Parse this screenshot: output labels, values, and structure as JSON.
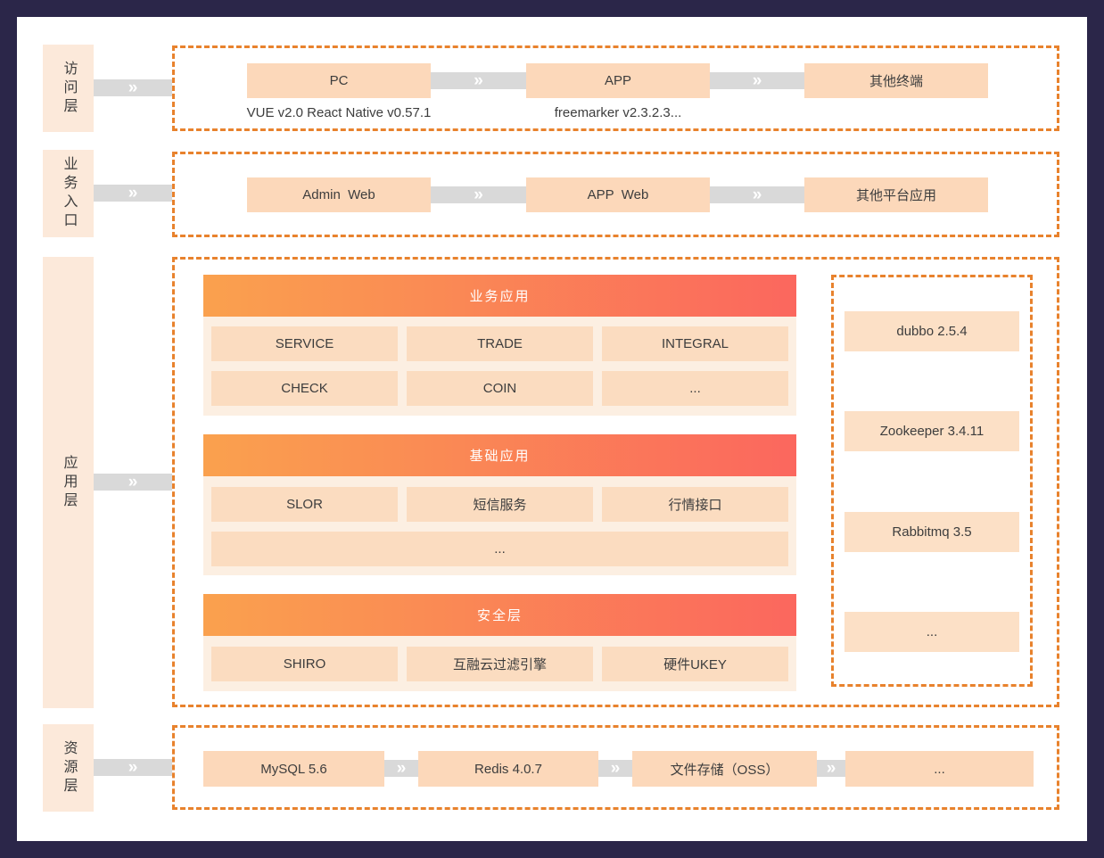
{
  "diagram": {
    "chevron": "»",
    "layers": [
      {
        "label": "访问层",
        "boxes": [
          "PC",
          "APP",
          "其他终端"
        ],
        "notes": [
          "VUE v2.0 React Native v0.57.1",
          "freemarker v2.3.2.3..."
        ]
      },
      {
        "label": "业务入口",
        "boxes": [
          "Admin  Web",
          "APP  Web",
          "其他平台应用"
        ]
      },
      {
        "label": "应用层",
        "groups": [
          {
            "title": "业务应用",
            "cells": [
              "SERVICE",
              "TRADE",
              "INTEGRAL",
              "CHECK",
              "COIN",
              "..."
            ]
          },
          {
            "title": "基础应用",
            "cells": [
              "SLOR",
              "短信服务",
              "行情接口"
            ],
            "wide_cell": "..."
          },
          {
            "title": "安全层",
            "cells": [
              "SHIRO",
              "互融云过滤引擎",
              "硬件UKEY"
            ]
          }
        ],
        "middleware": [
          "dubbo 2.5.4",
          "Zookeeper 3.4.11",
          "Rabbitmq 3.5",
          "..."
        ]
      },
      {
        "label": "资源层",
        "boxes": [
          "MySQL 5.6",
          "Redis 4.0.7",
          "文件存储（OSS）",
          "..."
        ]
      }
    ]
  },
  "colors": {
    "frame": "#2B2649",
    "dashed_border": "#E8822D",
    "panel_fill": "#FCE9DA",
    "node_fill": "#FCD8BA",
    "cell_fill": "#FBDCC0",
    "group_fill": "#FCEFE2",
    "side_cell_fill": "#FCE0C6",
    "connector_fill": "#D9D9D9",
    "header_gradient_start": "#FAA14E",
    "header_gradient_end": "#FB675E",
    "text": "#3D3D3D"
  }
}
